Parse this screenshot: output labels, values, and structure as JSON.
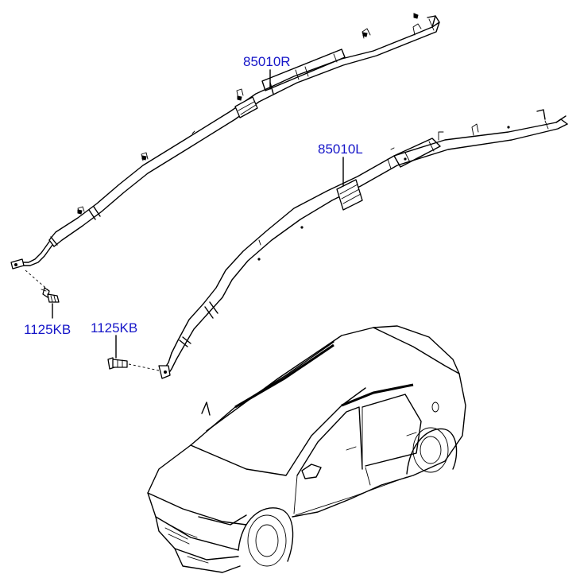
{
  "labels": {
    "curtain_airbag_right": "85010R",
    "curtain_airbag_left": "85010L",
    "bolt_right": "1125KB",
    "bolt_left": "1125KB"
  },
  "colors": {
    "label_text": "#1515c8",
    "line": "#000000",
    "background": "#ffffff"
  }
}
